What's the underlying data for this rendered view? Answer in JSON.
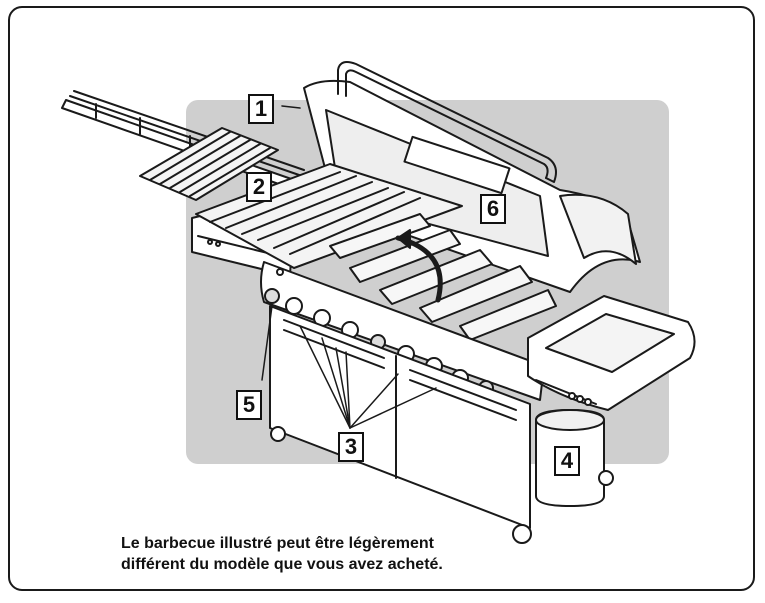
{
  "callouts": [
    {
      "id": "1",
      "label": "1"
    },
    {
      "id": "2",
      "label": "2"
    },
    {
      "id": "3",
      "label": "3"
    },
    {
      "id": "4",
      "label": "4"
    },
    {
      "id": "5",
      "label": "5"
    },
    {
      "id": "6",
      "label": "6"
    }
  ],
  "caption": {
    "line1": "Le barbecue illustré peut être légèrement",
    "line2": "différent du modèle que vous avez acheté."
  },
  "colors": {
    "background_panel": "#cfcfcf",
    "line": "#1a1a1a",
    "fill": "#ffffff"
  }
}
